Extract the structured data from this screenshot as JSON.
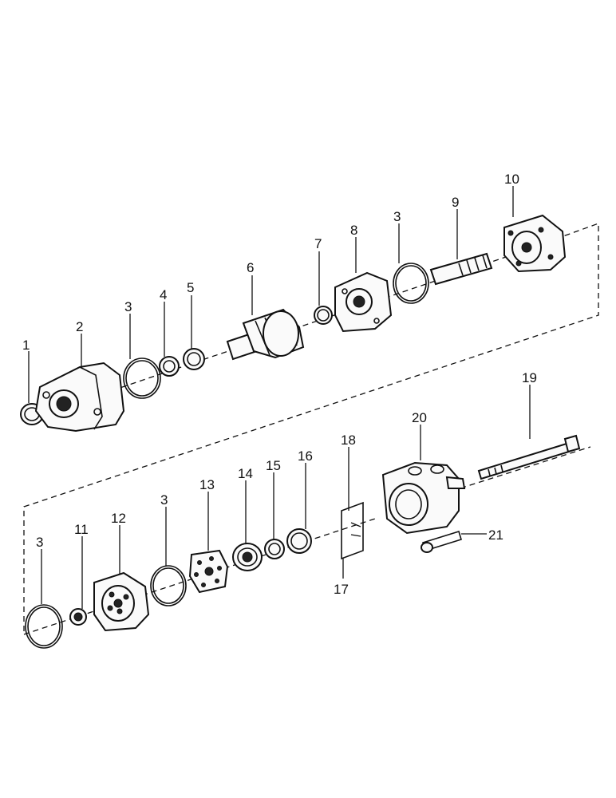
{
  "labels": {
    "p1": "1",
    "p2": "2",
    "p3a": "3",
    "p4": "4",
    "p5": "5",
    "p6": "6",
    "p7": "7",
    "p8": "8",
    "p3b": "3",
    "p9": "9",
    "p10": "10",
    "p3c": "3",
    "p11": "11",
    "p12": "12",
    "p3d": "3",
    "p13": "13",
    "p14": "14",
    "p15": "15",
    "p16": "16",
    "p18": "18",
    "p17": "17",
    "p20": "20",
    "p19": "19",
    "p21": "21"
  }
}
